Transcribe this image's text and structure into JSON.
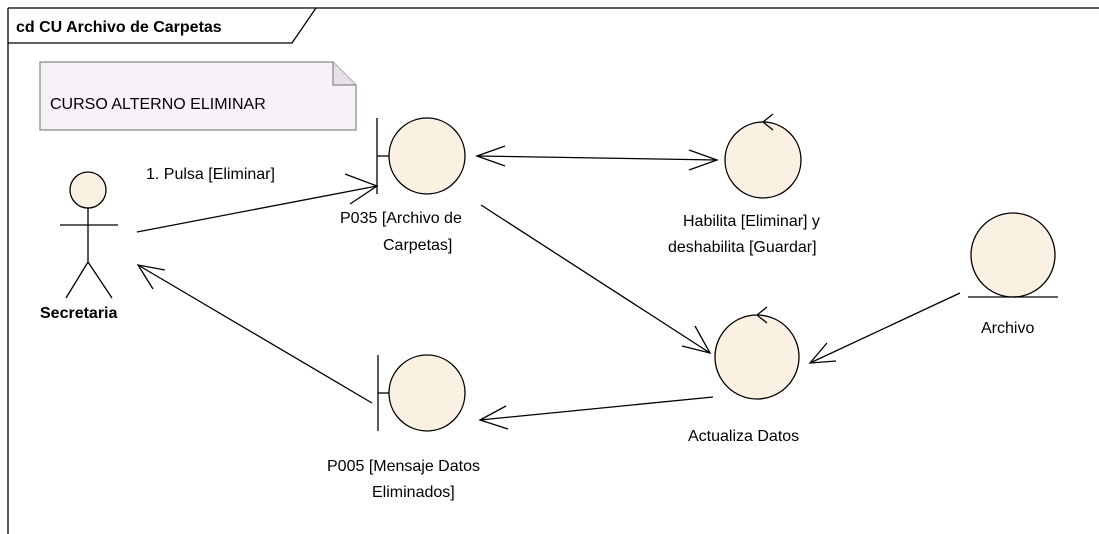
{
  "diagram": {
    "frame_title": "cd CU Archivo de Carpetas",
    "note": "CURSO ALTERNO ELIMINAR",
    "actor": {
      "name": "Secretaria"
    },
    "boundaries": [
      {
        "label_lines": [
          "P035 [Archivo de",
          "Carpetas]"
        ]
      },
      {
        "label_lines": [
          "P005 [Mensaje Datos",
          "Eliminados]"
        ]
      }
    ],
    "controls": [
      {
        "label_lines": [
          "Habilita [Eliminar]  y",
          "deshabilita [Guardar]"
        ]
      },
      {
        "label_lines": [
          "Actualiza Datos"
        ]
      }
    ],
    "entity": {
      "label": "Archivo"
    },
    "messages": [
      {
        "label": "1. Pulsa [Eliminar]"
      }
    ],
    "colors": {
      "element_fill": "#fbf1e2",
      "note_fill": "#f7f2f8",
      "stroke": "#000000"
    }
  }
}
